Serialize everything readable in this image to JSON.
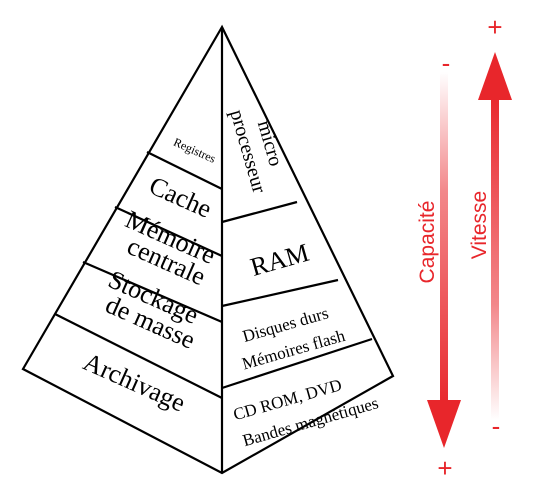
{
  "pyramid": {
    "left_face": {
      "registres": "Registres",
      "cache": "Cache",
      "memoire_line1": "Mémoire",
      "memoire_line2": "centrale",
      "stockage_line1": "Stockage",
      "stockage_line2": "de masse",
      "archivage": "Archivage"
    },
    "right_face": {
      "micro_line1": "micro",
      "micro_line2": "processeur",
      "ram": "RAM",
      "disques_line1": "Disques durs",
      "disques_line2": "Mémoires flash",
      "cd_line1": "CD ROM, DVD",
      "cd_line2": "Bandes magnétiques"
    }
  },
  "capacity_arrow": {
    "label": "Capacité",
    "top_sign": "-",
    "bottom_sign": "+",
    "color": "#e8262b"
  },
  "speed_arrow": {
    "label": "Vitesse",
    "top_sign": "+",
    "bottom_sign": "-",
    "color": "#e8262b"
  }
}
